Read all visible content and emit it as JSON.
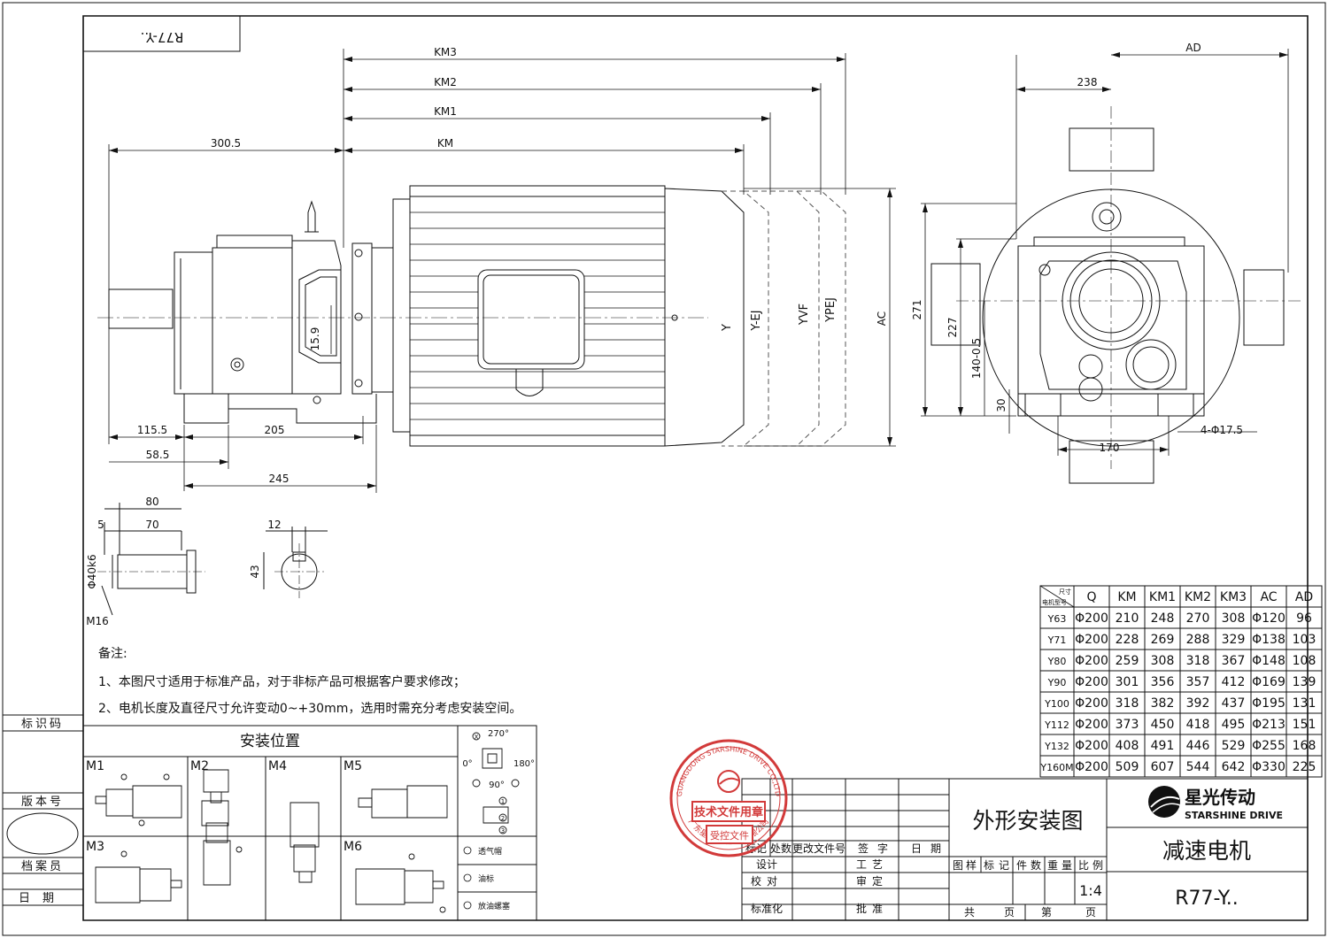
{
  "drawing_code": "R77-Y..",
  "dims": {
    "km3": "KM3",
    "km2": "KM2",
    "km1": "KM1",
    "km": "KM",
    "d300_5": "300.5",
    "d115_5": "115.5",
    "d205": "205",
    "d58_5": "58.5",
    "d245": "245",
    "d15_9": "15.9",
    "ac": "AC",
    "ad": "AD",
    "d238": "238",
    "d271": "271",
    "d227": "227",
    "d140": "140-0.5",
    "d30": "30",
    "d170": "170",
    "d4phi": "4-Φ17.5",
    "y": "Y",
    "yej": "Y-EJ",
    "yvf": "YVF",
    "ypej": "YPEJ",
    "d80": "80",
    "d5": "5",
    "d70": "70",
    "d40k6": "Φ40k6",
    "m16": "M16",
    "d12": "12",
    "d43": "43"
  },
  "notes": {
    "title": "备注:",
    "line1": "1、本图尺寸适用于标准产品，对于非标产品可根据客户要求修改；",
    "line2": "2、电机长度及直径尺寸允许变动0~+30mm，选用时需充分考虑安装空间。"
  },
  "side_labels": {
    "code": "标识码",
    "version": "版本号",
    "archivist": "档案员",
    "date": "日期"
  },
  "install": {
    "title": "安装位置",
    "positions": [
      "M1",
      "M2",
      "M4",
      "M5",
      "M3",
      "M6"
    ],
    "angles": {
      "a270": "270°",
      "a0": "0°",
      "a180": "180°",
      "a90": "90°"
    },
    "marks": {
      "x": "X",
      "one": "1",
      "two": "2",
      "three": "3"
    },
    "legend": [
      "透气帽",
      "油标",
      "放油螺塞"
    ]
  },
  "spec_table": {
    "corner_top": "尺寸",
    "corner_bottom": "电机型号",
    "headers": [
      "Q",
      "KM",
      "KM1",
      "KM2",
      "KM3",
      "AC",
      "AD"
    ],
    "rows": [
      [
        "Y63",
        "Φ200",
        "210",
        "248",
        "270",
        "308",
        "Φ120",
        "96"
      ],
      [
        "Y71",
        "Φ200",
        "228",
        "269",
        "288",
        "329",
        "Φ138",
        "103"
      ],
      [
        "Y80",
        "Φ200",
        "259",
        "308",
        "318",
        "367",
        "Φ148",
        "108"
      ],
      [
        "Y90",
        "Φ200",
        "301",
        "356",
        "357",
        "412",
        "Φ169",
        "139"
      ],
      [
        "Y100",
        "Φ200",
        "318",
        "382",
        "392",
        "437",
        "Φ195",
        "131"
      ],
      [
        "Y112",
        "Φ200",
        "373",
        "450",
        "418",
        "495",
        "Φ213",
        "151"
      ],
      [
        "Y132",
        "Φ200",
        "408",
        "491",
        "446",
        "529",
        "Φ255",
        "168"
      ],
      [
        "Y160M",
        "Φ200",
        "509",
        "607",
        "544",
        "642",
        "Φ330",
        "225"
      ]
    ]
  },
  "stamp": {
    "ring_text": "GUANGDONG STARSHINE DRIVE CO.,LTD",
    "bottom_text": "广东星光传动股份有限公司",
    "line1": "技术文件用章",
    "line2": "受控文件"
  },
  "title_block": {
    "drawing_title": "外形安装图",
    "product_name": "减速电机",
    "drawing_no": "R77-Y..",
    "brand_cn": "星光传动",
    "brand_en": "STARSHINE DRIVE",
    "change_row": [
      "标记",
      "处数",
      "更改文件号",
      "签",
      "字",
      "日",
      "期"
    ],
    "sign_rows": [
      {
        "role": "设计",
        "role2": "工艺"
      },
      {
        "role": "校对",
        "role2": "审定"
      },
      {
        "role": "标准化",
        "role2": "批准"
      }
    ],
    "labels": [
      "图",
      "样",
      "标",
      "记",
      "件",
      "数",
      "重",
      "量",
      "比",
      "例"
    ],
    "scale": "1:4",
    "sheet_labels": [
      "共",
      "页",
      "第",
      "页"
    ]
  },
  "colors": {
    "line": "#111111",
    "stamp": "#d23a3a",
    "dash": "#555555"
  }
}
